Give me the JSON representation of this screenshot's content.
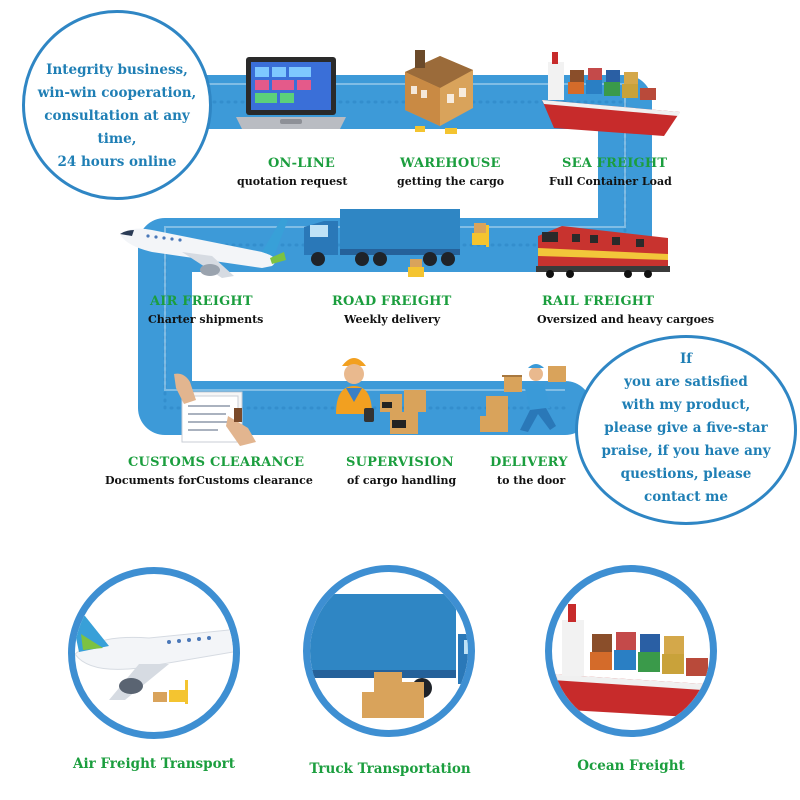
{
  "colors": {
    "route_blue": "#3d9ad8",
    "route_dots": "#2c85c4",
    "stage_green": "#1b9e3e",
    "bubble_text": "#1f7fb5",
    "circle_border": "#2f86c4"
  },
  "top_bubble": {
    "lines": [
      "Integrity business,",
      "win-win cooperation,",
      "consultation at any time,",
      "24 hours online"
    ]
  },
  "right_bubble": {
    "lines": [
      "If",
      "you are satisfied",
      "with my product,",
      "please give a five-star",
      "praise, if you have any",
      "questions, please",
      "contact me"
    ]
  },
  "stages": [
    {
      "title": "ON-LINE",
      "subtitle": "quotation request",
      "icon": "laptop-icon"
    },
    {
      "title": "WAREHOUSE",
      "subtitle": "getting the cargo",
      "icon": "warehouse-icon"
    },
    {
      "title": "SEA FREIGHT",
      "subtitle": "Full Container Load",
      "icon": "container-ship-icon"
    },
    {
      "title": "RAIL FREIGHT",
      "subtitle": "Oversized and heavy cargoes",
      "icon": "train-icon"
    },
    {
      "title": "ROAD FREIGHT",
      "subtitle": "Weekly delivery",
      "icon": "truck-icon"
    },
    {
      "title": "AIR FREIGHT",
      "subtitle": "Charter shipments",
      "icon": "airplane-icon"
    },
    {
      "title": "CUSTOMS CLEARANCE",
      "subtitle": "Documents forCustoms clearance",
      "icon": "documents-icon"
    },
    {
      "title": "SUPERVISION",
      "subtitle": "of cargo handling",
      "icon": "worker-icon"
    },
    {
      "title": "DELIVERY",
      "subtitle": "to the door",
      "icon": "courier-icon"
    }
  ],
  "bottom_items": [
    {
      "label": "Air Freight Transport",
      "icon": "airplane-icon"
    },
    {
      "label": "Truck Transportation",
      "icon": "truck-icon"
    },
    {
      "label": "Ocean Freight",
      "icon": "container-ship-icon"
    }
  ]
}
